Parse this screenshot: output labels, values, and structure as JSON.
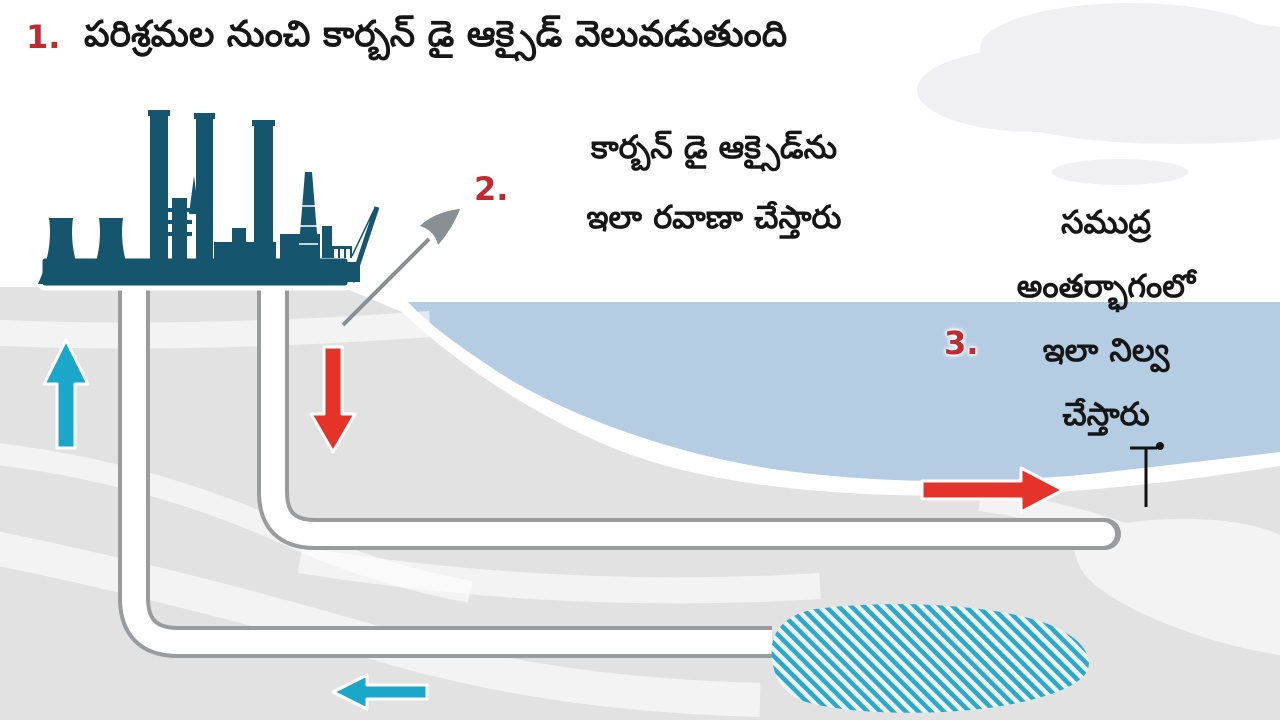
{
  "labels": {
    "step1": {
      "number": "1.",
      "text": "పరిశ్రమల నుంచి కార్బన్ డై ఆక్సైడ్ వెలువడుతుంది"
    },
    "step2": {
      "number": "2.",
      "lines": [
        "కార్బన్ డై ఆక్సైడ్‌ను",
        "ఇలా రవాణా చేస్తారు"
      ]
    },
    "step3": {
      "number": "3.",
      "lines": [
        "సముద్ర",
        "అంతర్భాగంలో",
        "ఇలా నిల్వ",
        "చేస్తారు"
      ]
    }
  },
  "icons": {
    "factory": "industrial-plant-silhouette-icon",
    "up_arrow": "cyan-up-arrow-icon",
    "down_arrow": "red-down-arrow-icon",
    "right_arrow": "red-right-arrow-icon",
    "left_arrow": "cyan-left-arrow-icon",
    "transport_arrow": "gray-swoosh-arrow-icon",
    "storage": "hatched-co2-storage-icon",
    "leader": "leader-pin-icon"
  },
  "colors": {
    "sea": "#b5cde3",
    "ground": "#e2e2e3",
    "cloud": "#f0f0f2",
    "teal": "#15566e",
    "cyan": "#1ba7c9",
    "red": "#e63329",
    "number": "#c12a30",
    "hatch": "#2ba9cb",
    "pipe_edge": "#9a9b9c",
    "gray_arrow": "#8a8f93",
    "text": "#161616"
  }
}
